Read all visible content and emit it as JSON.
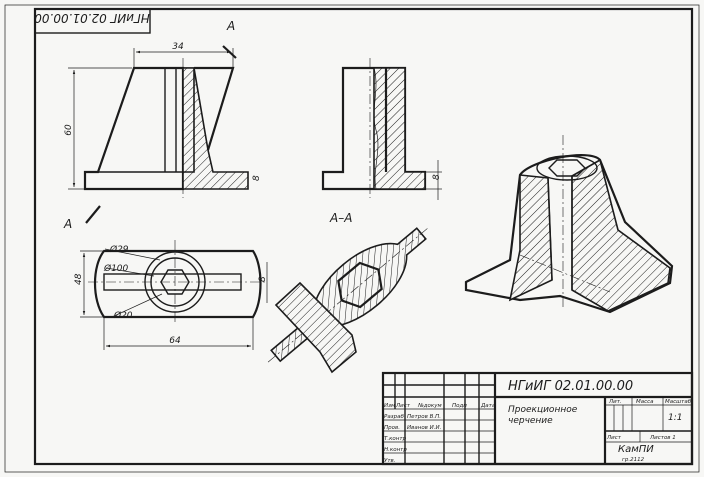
{
  "stamp_code": "НГиИГ 02.01.00.00",
  "section_mark": "А",
  "section_title": "А–А",
  "dimensions": {
    "top_width": "34",
    "height": "60",
    "base_thickness": "8",
    "base_thickness_side": "8",
    "plan_width": "48",
    "plan_length": "64",
    "dia_29": "Ø29",
    "dia_100": "Ø100",
    "dia_20": "Ø20"
  },
  "title_block": {
    "designation": "НГиИГ 02.01.00.00",
    "title_line1": "Проекционное",
    "title_line2": "черчение",
    "col_izm": "Изм",
    "col_list": "Лист",
    "col_doc": "№докум",
    "col_sign": "Подп",
    "col_date": "Дата",
    "row_razrab": "Разраб",
    "row_prov": "Пров.",
    "row_tkontr": "Т.контр",
    "row_nkontr": "Н.контр",
    "row_utv": "Утв.",
    "razrab_name": "Петров В.П.",
    "prov_name": "Иванов И.И.",
    "lit_label": "Лит.",
    "mass_label": "Масса",
    "scale_label": "Масштаб",
    "scale": "1:1",
    "sheet_label": "Лист",
    "sheets_label": "Листов 1",
    "org": "КамПИ",
    "group": "гр.2112"
  }
}
